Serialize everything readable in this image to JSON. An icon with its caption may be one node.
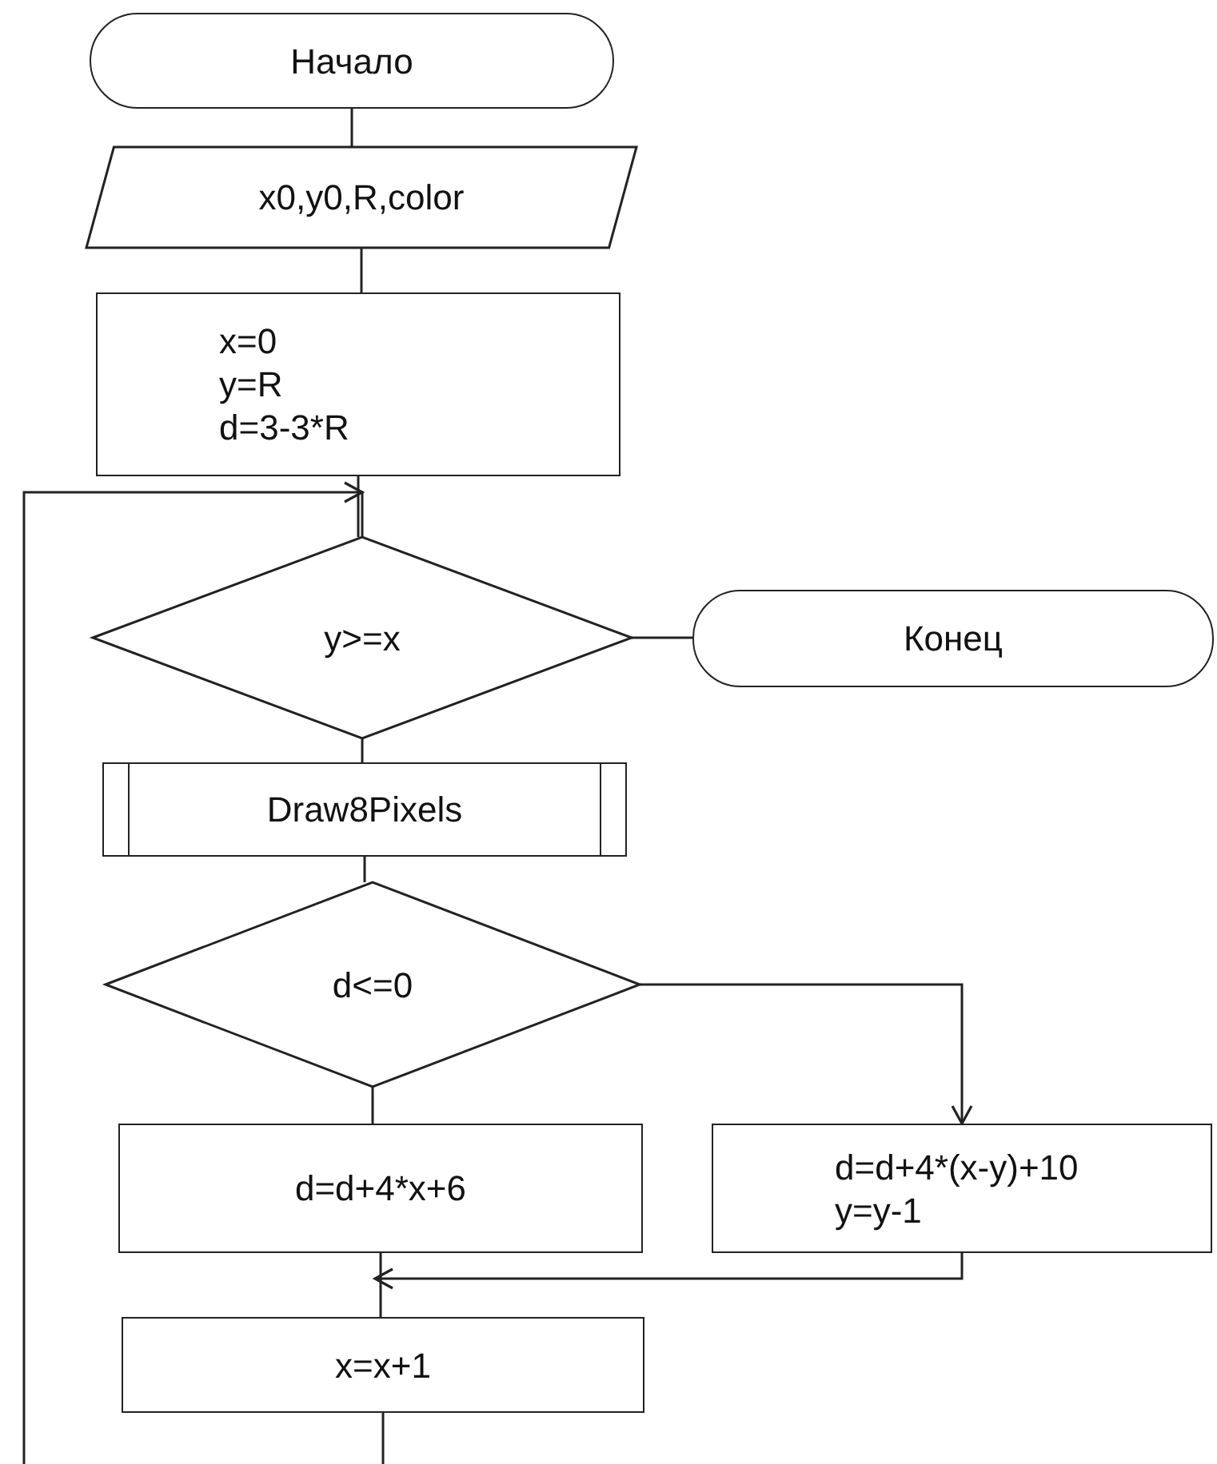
{
  "diagram": {
    "nodes": [
      {
        "text": [
          "Начало"
        ]
      },
      {
        "text": [
          "x0,y0,R,color"
        ]
      },
      {
        "text": [
          "x=0",
          "y=R",
          "d=3-3*R"
        ]
      },
      {
        "text": [
          "y>=x"
        ]
      },
      {
        "text": [
          "Конец"
        ]
      },
      {
        "text": [
          "Draw8Pixels"
        ]
      },
      {
        "text": [
          "d<=0"
        ]
      },
      {
        "text": [
          "d=d+4*x+6"
        ]
      },
      {
        "text": [
          "d=d+4*(x-y)+10",
          "y=y-1"
        ]
      },
      {
        "text": [
          "x=x+1"
        ]
      }
    ],
    "edges": [
      {
        "from": 0,
        "to": 1,
        "arrow": "none"
      },
      {
        "from": 1,
        "to": 2,
        "arrow": "none"
      },
      {
        "from": 2,
        "to": 3,
        "arrow": "none"
      },
      {
        "from": 3,
        "to": 4,
        "arrow": "none"
      },
      {
        "from": 3,
        "to": 5,
        "arrow": "none"
      },
      {
        "from": 5,
        "to": 6,
        "arrow": "none"
      },
      {
        "from": 6,
        "to": 7,
        "arrow": "none"
      },
      {
        "from": 6,
        "to": 8,
        "arrow": "to"
      },
      {
        "from": 8,
        "to": 9,
        "arrow": "to"
      },
      {
        "from": 7,
        "to": 9,
        "arrow": "none"
      },
      {
        "from": 9,
        "to": 3,
        "arrow": "to"
      }
    ]
  }
}
